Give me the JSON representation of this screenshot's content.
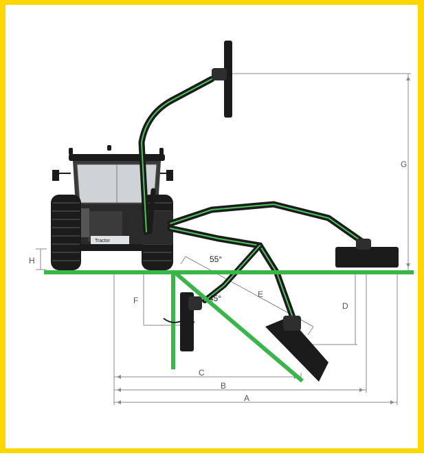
{
  "colors": {
    "frame": "#FFD700",
    "ground": "#3AB54A",
    "machine": "#1b1b1b",
    "arm_stripe": "#4cc35b",
    "dimension_line": "#8a8a8a"
  },
  "dimension_labels": {
    "A": "A",
    "B": "B",
    "C": "C",
    "D": "D",
    "E": "E",
    "F": "F",
    "G": "G",
    "H": "H"
  },
  "angles": {
    "top": "55°",
    "middle": "45°",
    "bottom": "55°"
  },
  "tractor": {
    "brand_text": "Tractor"
  }
}
